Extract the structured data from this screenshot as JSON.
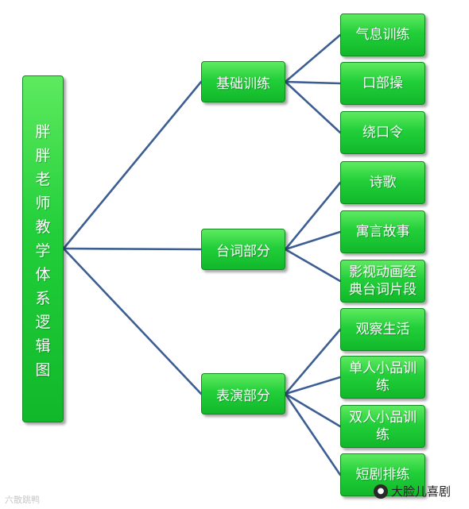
{
  "root": {
    "label": "胖胖老师教学体系逻辑图"
  },
  "branches": [
    {
      "label": "基础训练",
      "leaves": [
        "气息训练",
        "口部操",
        "绕口令"
      ]
    },
    {
      "label": "台词部分",
      "leaves": [
        "诗歌",
        "寓言故事",
        "影视动画经典台词片段"
      ]
    },
    {
      "label": "表演部分",
      "leaves": [
        "观察生活",
        "单人小品训练",
        "双人小品训练",
        "短剧排练"
      ]
    }
  ],
  "watermarks": {
    "left": "六散跳鸭",
    "right": "大脸儿喜剧"
  },
  "colors": {
    "node_fill": "#22cf3a",
    "node_text": "#ffffff",
    "connector": "#3c5e93"
  }
}
